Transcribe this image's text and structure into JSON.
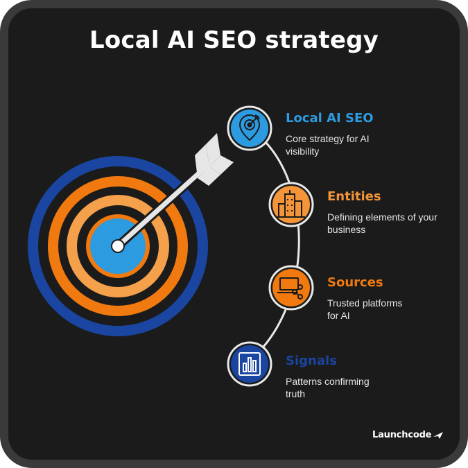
{
  "title": "Local AI SEO strategy",
  "items": [
    {
      "title": "Local AI SEO",
      "description": "Core strategy for AI visibility",
      "desc_line1": "Core strategy for AI",
      "desc_line2": "visibility",
      "color": "#2d9be0",
      "icon": "target-pin-icon"
    },
    {
      "title": "Entities",
      "description": "Defining elements of your business",
      "desc_line1": "Defining elements of your",
      "desc_line2": "business",
      "color": "#f5953a",
      "icon": "buildings-icon"
    },
    {
      "title": "Sources",
      "description": "Trusted platforms for AI",
      "desc_line1": "Trusted platforms",
      "desc_line2": "for AI",
      "color": "#f07a0f",
      "icon": "laptop-share-icon"
    },
    {
      "title": "Signals",
      "description": "Patterns confirming truth",
      "desc_line1": "Patterns confirming",
      "desc_line2": "truth",
      "color": "#1a45a0",
      "icon": "bar-chart-icon"
    }
  ],
  "brand": "Launchcode",
  "colors": {
    "background": "#1b1b1b",
    "frame": "#3a3a3a",
    "dark_blue": "#1a45a0",
    "orange": "#f07a0f",
    "light_orange": "#f5a04a",
    "light_blue": "#2d9be0"
  }
}
